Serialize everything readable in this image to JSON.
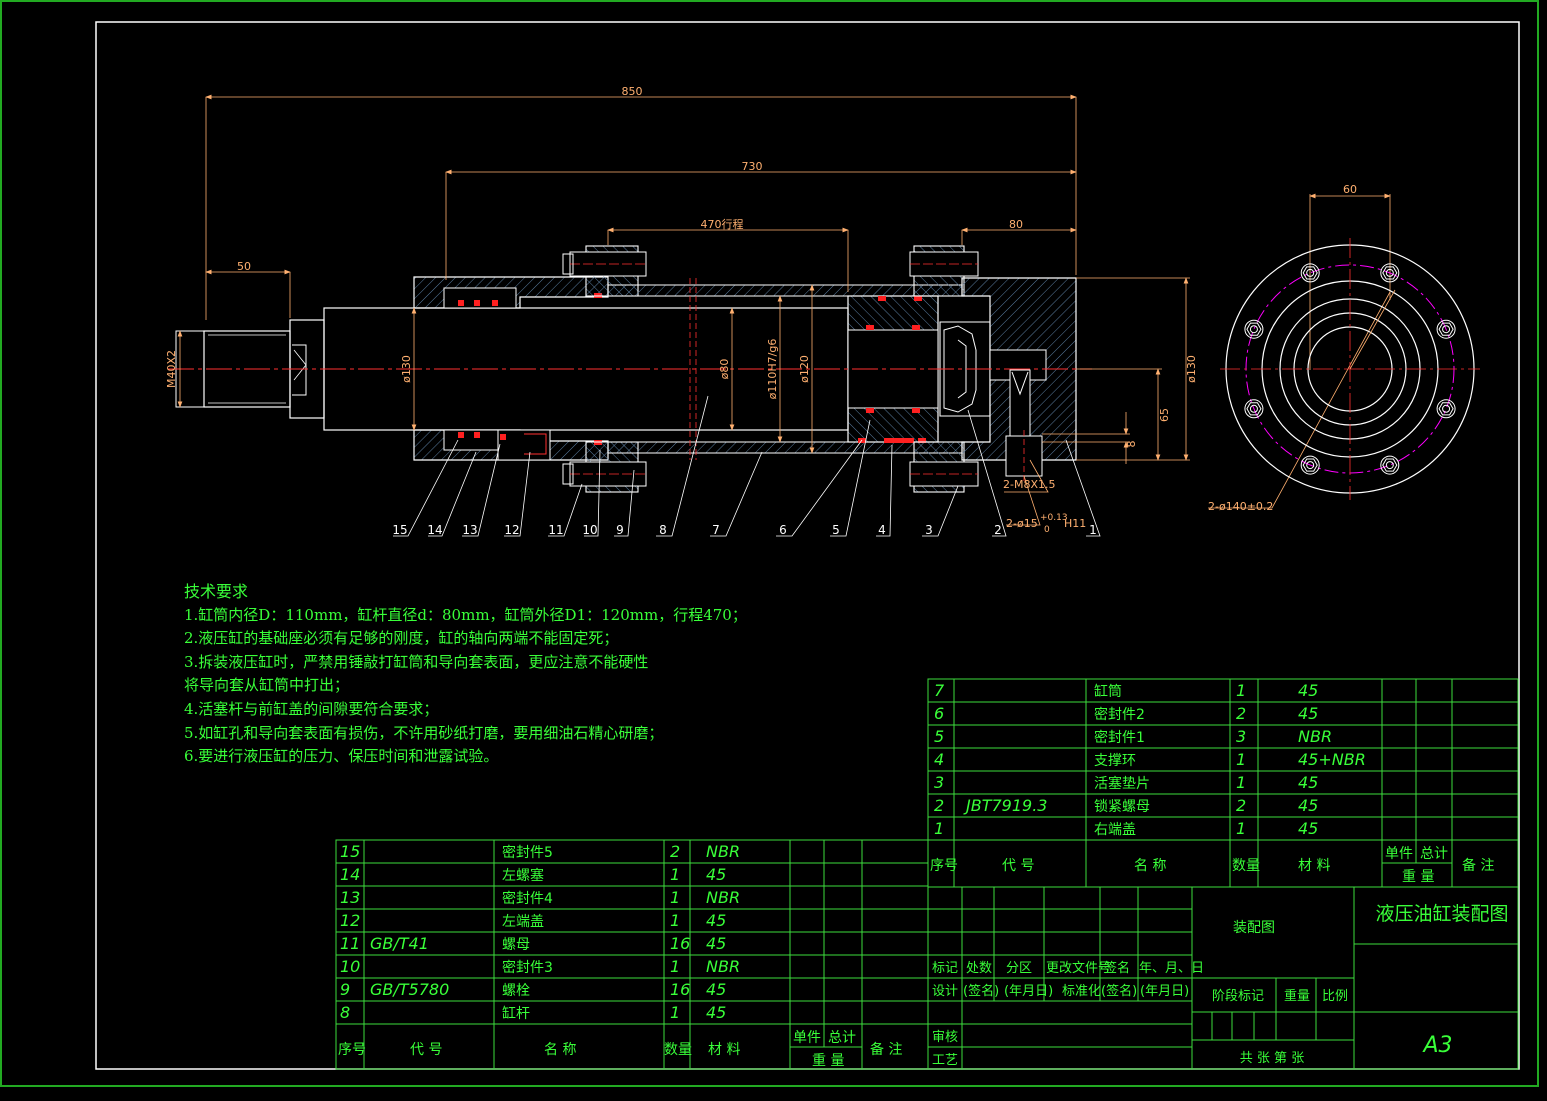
{
  "colors": {
    "background": "#000000",
    "frame": "#ffffff",
    "outer_border": "#22aa22",
    "table_lines": "#3ddc3d",
    "text_green": "#39ff39",
    "dimension": "#ffb070",
    "centerline": "#ff3030",
    "hatch": "#5a7da0",
    "seal": "#ff2020",
    "bolt_circle": "#ff00ff"
  },
  "dimensions": {
    "d850": "850",
    "d730": "730",
    "d470": "470行程",
    "d80": "80",
    "d50": "50",
    "d60": "60",
    "m40": "M40X2",
    "phi130_left": "ø130",
    "phi80": "ø80",
    "phi110": "ø110H7/g6",
    "phi120": "ø120",
    "phi130_right": "ø130",
    "d65": "65",
    "d8": "8",
    "m8": "2-M8X1.5",
    "phi15": "2-ø15",
    "tol_upper": "+0.13",
    "tol_lower": "0",
    "h11": "H11",
    "phi140": "2-ø140±0.2"
  },
  "callouts": [
    "15",
    "14",
    "13",
    "12",
    "11",
    "10",
    "9",
    "8",
    "7",
    "6",
    "5",
    "4",
    "3",
    "2",
    "1"
  ],
  "tech_requirements": {
    "title": "技术要求",
    "lines": [
      "1.缸筒内径D：110mm，缸杆直径d：80mm，缸筒外径D1：120mm，行程470；",
      "2.液压缸的基础座必须有足够的刚度，缸的轴向两端不能固定死；",
      "3.拆装液压缸时，严禁用锤敲打缸筒和导向套表面，更应注意不能硬性",
      "将导向套从缸筒中打出；",
      "4.活塞杆与前缸盖的间隙要符合要求；",
      "5.如缸孔和导向套表面有损伤，不许用砂纸打磨，要用细油石精心研磨；",
      "6.要进行液压缸的压力、保压时间和泄露试验。"
    ]
  },
  "bom_right": [
    {
      "no": "7",
      "code": "",
      "name": "缸筒",
      "qty": "1",
      "material": "45"
    },
    {
      "no": "6",
      "code": "",
      "name": "密封件2",
      "qty": "2",
      "material": "45"
    },
    {
      "no": "5",
      "code": "",
      "name": "密封件1",
      "qty": "3",
      "material": "NBR"
    },
    {
      "no": "4",
      "code": "",
      "name": "支撑环",
      "qty": "1",
      "material": "45+NBR"
    },
    {
      "no": "3",
      "code": "",
      "name": "活塞垫片",
      "qty": "1",
      "material": "45"
    },
    {
      "no": "2",
      "code": "JBT7919.3",
      "name": "锁紧螺母",
      "qty": "2",
      "material": "45"
    },
    {
      "no": "1",
      "code": "",
      "name": "右端盖",
      "qty": "1",
      "material": "45"
    }
  ],
  "bom_left": [
    {
      "no": "15",
      "code": "",
      "name": "密封件5",
      "qty": "2",
      "material": "NBR"
    },
    {
      "no": "14",
      "code": "",
      "name": "左螺塞",
      "qty": "1",
      "material": "45"
    },
    {
      "no": "13",
      "code": "",
      "name": "密封件4",
      "qty": "1",
      "material": "NBR"
    },
    {
      "no": "12",
      "code": "",
      "name": "左端盖",
      "qty": "1",
      "material": "45"
    },
    {
      "no": "11",
      "code": "GB/T41",
      "name": "螺母",
      "qty": "16",
      "material": "45"
    },
    {
      "no": "10",
      "code": "",
      "name": "密封件3",
      "qty": "1",
      "material": "NBR"
    },
    {
      "no": "9",
      "code": "GB/T5780",
      "name": "螺栓",
      "qty": "16",
      "material": "45"
    },
    {
      "no": "8",
      "code": "",
      "name": "缸杆",
      "qty": "1",
      "material": "45"
    }
  ],
  "bom_header": {
    "no": "序号",
    "code": "代 号",
    "name": "名 称",
    "qty": "数量",
    "material": "材 料",
    "unit": "单件",
    "total": "总计",
    "weight": "重 量",
    "remark": "备 注"
  },
  "title_block": {
    "drawing_type": "装配图",
    "title": "液压油缸装配图",
    "mark": "标记",
    "count": "处数",
    "zone": "分区",
    "change_doc": "更改文件号",
    "sign": "签名",
    "date": "年、月、日",
    "design": "设计",
    "sign_paren": "(签名)",
    "date_paren": "(年月日)",
    "standard": "标准化",
    "check": "审核",
    "process": "工艺",
    "stage": "阶段标记",
    "weight": "重量",
    "scale": "比例",
    "sheets": "共  张 第  张",
    "size": "A3"
  }
}
